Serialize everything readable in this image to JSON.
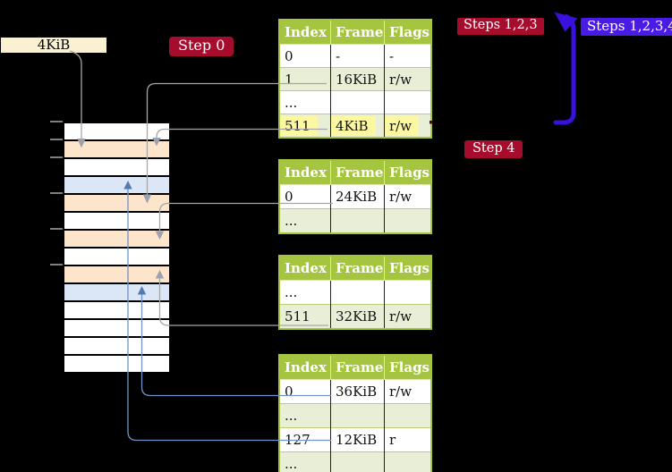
{
  "labels": {
    "frame_size": "4KiB"
  },
  "badges": {
    "step0": "Step 0",
    "steps123": "Steps 1,2,3",
    "steps1234": "Steps 1,2,3,4",
    "step4": "Step 4"
  },
  "memory": {
    "rows": [
      "white",
      "orange",
      "white",
      "blue",
      "orange",
      "white",
      "orange",
      "white",
      "orange",
      "blue",
      "white",
      "white",
      "white",
      "white"
    ]
  },
  "tables": [
    {
      "headers": [
        "Index",
        "Frame",
        "Flags"
      ],
      "rows": [
        {
          "cells": [
            "0",
            "-",
            "-"
          ],
          "shaded": false,
          "highlight": false
        },
        {
          "cells": [
            "1",
            "16KiB",
            "r/w"
          ],
          "shaded": true,
          "highlight": false
        },
        {
          "cells": [
            "...",
            "",
            ""
          ],
          "shaded": false,
          "highlight": false
        },
        {
          "cells": [
            "511",
            "4KiB",
            "r/w"
          ],
          "shaded": true,
          "highlight": true
        }
      ]
    },
    {
      "headers": [
        "Index",
        "Frame",
        "Flags"
      ],
      "rows": [
        {
          "cells": [
            "0",
            "24KiB",
            "r/w"
          ],
          "shaded": false,
          "highlight": false
        },
        {
          "cells": [
            "...",
            "",
            ""
          ],
          "shaded": true,
          "highlight": false
        }
      ]
    },
    {
      "headers": [
        "Index",
        "Frame",
        "Flags"
      ],
      "rows": [
        {
          "cells": [
            "...",
            "",
            ""
          ],
          "shaded": false,
          "highlight": false
        },
        {
          "cells": [
            "511",
            "32KiB",
            "r/w"
          ],
          "shaded": true,
          "highlight": false
        }
      ]
    },
    {
      "headers": [
        "Index",
        "Frame",
        "Flags"
      ],
      "rows": [
        {
          "cells": [
            "0",
            "36KiB",
            "r/w"
          ],
          "shaded": false,
          "highlight": false
        },
        {
          "cells": [
            "...",
            "",
            ""
          ],
          "shaded": true,
          "highlight": false
        },
        {
          "cells": [
            "127",
            "12KiB",
            "r"
          ],
          "shaded": false,
          "highlight": false
        },
        {
          "cells": [
            "...",
            "",
            ""
          ],
          "shaded": true,
          "highlight": false
        }
      ]
    }
  ],
  "colors": {
    "table_header_green": "#a5c440",
    "row_shade_green": "#e9efd6",
    "highlight_yellow": "#fcf8a2",
    "badge_red": "#a60c2c",
    "badge_blue": "#4a1be4",
    "arrow_blue": "#3a10dd",
    "memory_frame_orange": "#fde5cb",
    "memory_frame_blue": "#dbe6f6",
    "memory_label_cream": "#f9f1d2",
    "connector_gray": "#a6a6a6",
    "connector_blue": "#7094c8"
  }
}
